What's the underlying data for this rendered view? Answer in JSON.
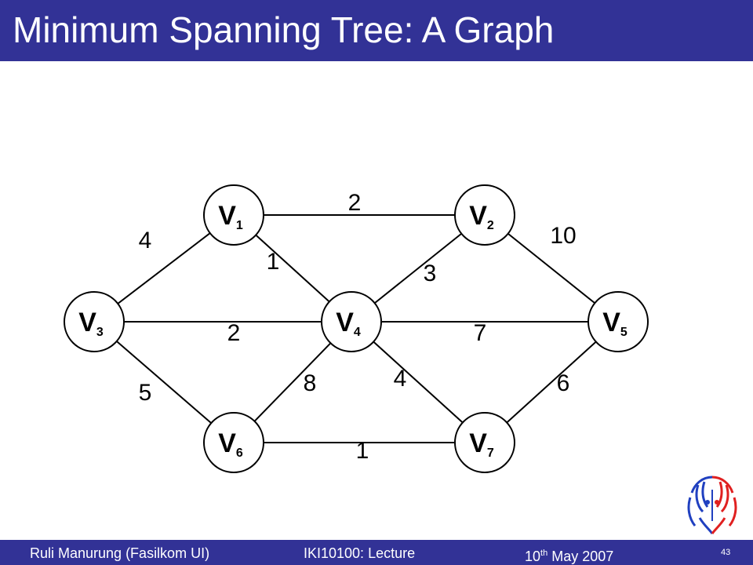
{
  "header": {
    "title": "Minimum Spanning Tree: A Graph"
  },
  "graph": {
    "vertices": [
      {
        "id": "v1",
        "name": "V",
        "sub": "1"
      },
      {
        "id": "v2",
        "name": "V",
        "sub": "2"
      },
      {
        "id": "v3",
        "name": "V",
        "sub": "3"
      },
      {
        "id": "v4",
        "name": "V",
        "sub": "4"
      },
      {
        "id": "v5",
        "name": "V",
        "sub": "5"
      },
      {
        "id": "v6",
        "name": "V",
        "sub": "6"
      },
      {
        "id": "v7",
        "name": "V",
        "sub": "7"
      }
    ],
    "edges": [
      {
        "from": "v1",
        "to": "v2",
        "weight": "2"
      },
      {
        "from": "v1",
        "to": "v3",
        "weight": "4"
      },
      {
        "from": "v1",
        "to": "v4",
        "weight": "1"
      },
      {
        "from": "v2",
        "to": "v4",
        "weight": "3"
      },
      {
        "from": "v2",
        "to": "v5",
        "weight": "10"
      },
      {
        "from": "v3",
        "to": "v4",
        "weight": "2"
      },
      {
        "from": "v3",
        "to": "v6",
        "weight": "5"
      },
      {
        "from": "v4",
        "to": "v5",
        "weight": "7"
      },
      {
        "from": "v4",
        "to": "v6",
        "weight": "8"
      },
      {
        "from": "v4",
        "to": "v7",
        "weight": "4"
      },
      {
        "from": "v5",
        "to": "v7",
        "weight": "6"
      },
      {
        "from": "v6",
        "to": "v7",
        "weight": "1"
      }
    ]
  },
  "footer": {
    "author": "Ruli Manurung (Fasilkom UI)",
    "course": "IKI10100: Lecture",
    "date_day": "10",
    "date_suffix": "th",
    "date_rest": " May 2007",
    "slide_number": "43"
  },
  "colors": {
    "bar": "#323296",
    "text_on_bar": "#ffffff",
    "logo_red": "#e02020",
    "logo_blue": "#2040c0"
  }
}
